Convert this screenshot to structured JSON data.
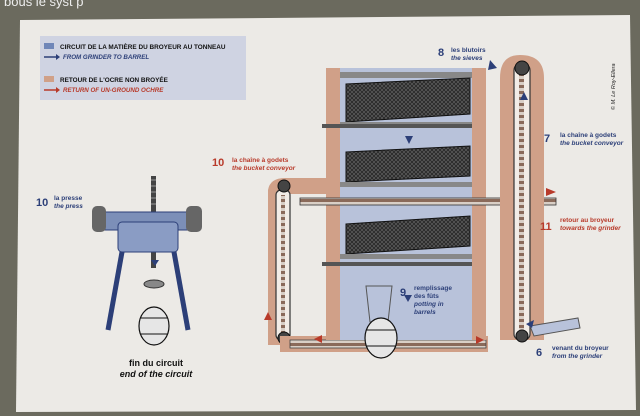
{
  "header": {
    "top_text": "bous le syst p"
  },
  "legend": {
    "circuit_fr": "CIRCUIT DE LA MATIÈRE DU BROYEUR AU TONNEAU",
    "circuit_en": "FROM GRINDER TO BARREL",
    "return_fr": "RETOUR DE L'OCRE NON BROYÉE",
    "return_en": "RETURN OF UN-GROUND OCHRE"
  },
  "labels": {
    "item8": {
      "num": "8",
      "fr": "les blutoirs",
      "en": "the sieves"
    },
    "item7": {
      "num": "7",
      "fr": "la chaîne à godets",
      "en": "the bucket conveyor"
    },
    "item10r": {
      "num": "10",
      "fr": "la chaîne à godets",
      "en": "the bucket conveyor"
    },
    "item10l": {
      "num": "10",
      "fr": "la presse",
      "en": "the press"
    },
    "item11": {
      "num": "11",
      "fr": "retour au broyeur",
      "en": "towards the grinder"
    },
    "item9": {
      "num": "9",
      "fr1": "remplissage",
      "fr2": "des fûts",
      "en1": "potting in",
      "en2": "barrels"
    },
    "item6": {
      "num": "6",
      "fr": "venant du broyeur",
      "en": "from the grinder"
    },
    "end_fr": "fin du circuit",
    "end_en": "end of the circuit",
    "credit": "© M. Le Roy-Ellera"
  },
  "colors": {
    "blue_flow": "#6f86b8",
    "red_flow": "#b83a2a",
    "brown_flow": "#d0a088",
    "machine_blue": "#2c3f78",
    "panel_bg": "#eceae6",
    "wall": "#6b6a5e"
  }
}
